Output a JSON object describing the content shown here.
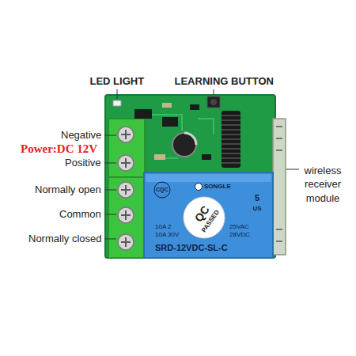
{
  "diagram": {
    "labels": [
      "LED LIGHT",
      "LEARNING BUTTON",
      "Negative",
      "Power:DC 12V",
      "Positive",
      "Normally open",
      "Common",
      "Normally closed",
      "wireless receiver module",
      "CQC",
      "SONGLE",
      "5",
      "US",
      "QC",
      "PASSED",
      "10A 2",
      "25VAC",
      "10A 30V",
      "28VDC",
      "SRD-12VDC-SL-C"
    ]
  }
}
